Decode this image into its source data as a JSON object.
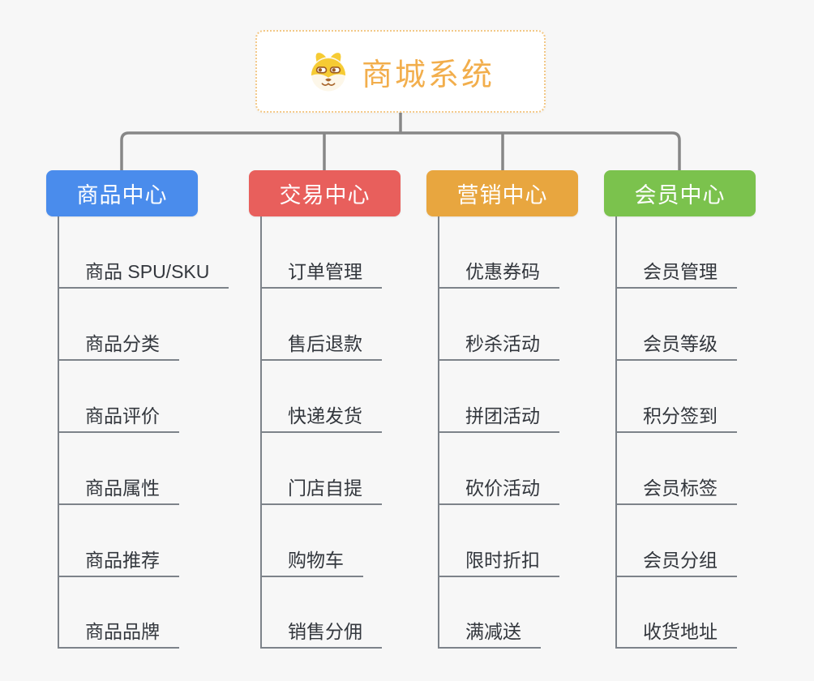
{
  "root": {
    "title": "商城系统",
    "icon": "doge-icon"
  },
  "branches": [
    {
      "id": "product-center",
      "label": "商品中心",
      "color": "#4A8CEC",
      "children": [
        "商品 SPU/SKU",
        "商品分类",
        "商品评价",
        "商品属性",
        "商品推荐",
        "商品品牌"
      ]
    },
    {
      "id": "trade-center",
      "label": "交易中心",
      "color": "#E85F5C",
      "children": [
        "订单管理",
        "售后退款",
        "快递发货",
        "门店自提",
        "购物车",
        "销售分佣"
      ]
    },
    {
      "id": "marketing-center",
      "label": "营销中心",
      "color": "#E8A63F",
      "children": [
        "优惠券码",
        "秒杀活动",
        "拼团活动",
        "砍价活动",
        "限时折扣",
        "满减送"
      ]
    },
    {
      "id": "member-center",
      "label": "会员中心",
      "color": "#7BC24D",
      "children": [
        "会员管理",
        "会员等级",
        "积分签到",
        "会员标签",
        "会员分组",
        "收货地址"
      ]
    }
  ],
  "theme": {
    "background": "#F7F7F7",
    "connector_color": "#878787",
    "leaf_line_color": "#7D838A",
    "leaf_text_color": "#33373D",
    "root_text_color": "#F2AE4C",
    "root_border_color": "#F3C887"
  }
}
